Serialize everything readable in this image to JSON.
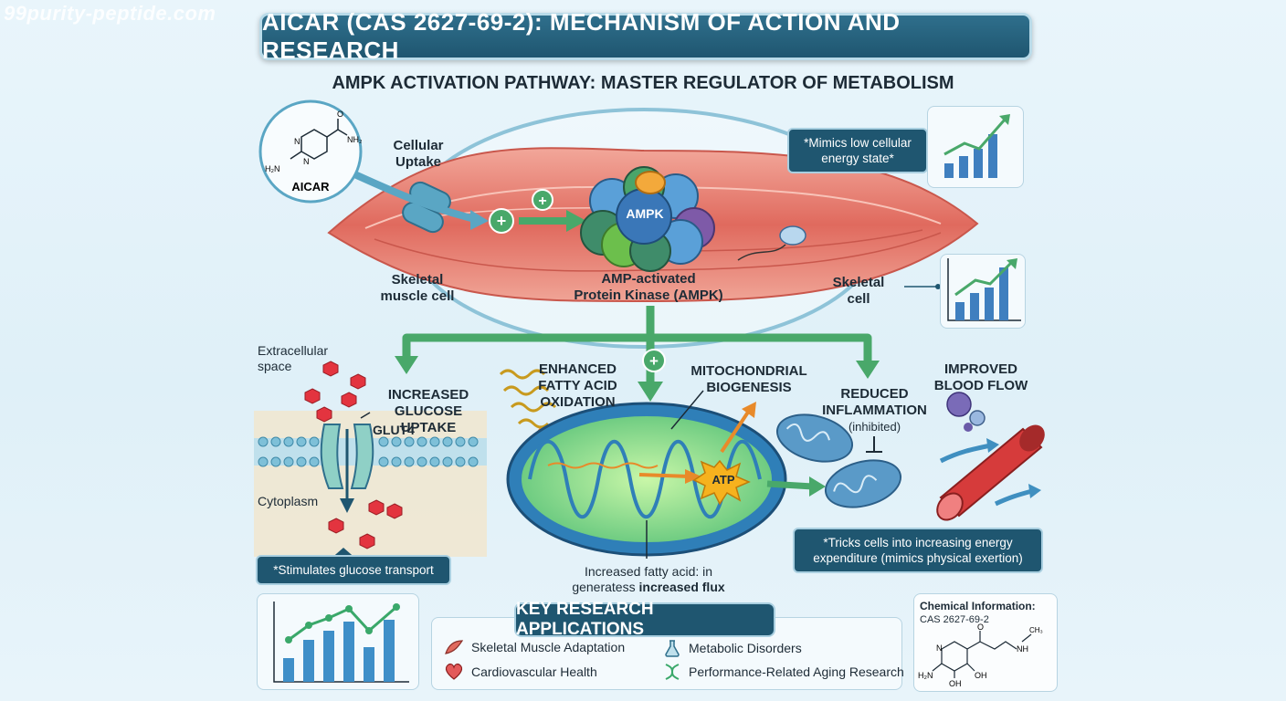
{
  "watermark": "99purity-peptide.com",
  "title": "AICAR (CAS 2627-69-2): MECHANISM OF ACTION AND RESEARCH",
  "subtitle": "AMPK ACTIVATION PATHWAY: MASTER REGULATOR OF METABOLISM",
  "aicar": {
    "label": "AICAR",
    "group_nh2_right": "NH₂",
    "group_nh2_left": "H₂N",
    "n1": "N",
    "n2": "N",
    "o": "O"
  },
  "uptake": {
    "line1": "Cellular",
    "line2": "Uptake"
  },
  "ampk": {
    "core_label": "AMPK",
    "caption_line1": "AMP-activated",
    "caption_line2": "Protein Kinase (AMPK)"
  },
  "callout_mimics": {
    "line1": "*Mimics low cellular",
    "line2": "energy state*"
  },
  "skeletal_left": {
    "line1": "Skeletal",
    "line2": "muscle cell"
  },
  "skeletal_right": {
    "line1": "Skeletal",
    "line2": "cell"
  },
  "extracellular": {
    "line1": "Extracellular",
    "line2": "space"
  },
  "glucose": {
    "line1": "INCREASED",
    "line2": "GLUCOSE UPTAKE",
    "glut4": "GLUT4"
  },
  "cytoplasm": "Cytoplasm",
  "callout_glucose": "*Stimulates glucose transport",
  "fatty": {
    "line1": "ENHANCED",
    "line2": "FATTY ACID",
    "line3": "OXIDATION"
  },
  "mito": {
    "line1": "MITOCHONDRIAL",
    "line2": "BIOGENESIS",
    "atp": "ATP"
  },
  "mito_caption": {
    "line1": "Increased fatty acid: in",
    "line2a": "generatess ",
    "line2b": "increased flux"
  },
  "inflammation": {
    "line1": "REDUCED",
    "line2": "INFLAMMATION",
    "line3": "(inhibited)"
  },
  "blood": {
    "line1": "IMPROVED",
    "line2": "BLOOD FLOW"
  },
  "callout_tricks": {
    "line1": "*Tricks cells into increasing energy",
    "line2": "expenditure (mimics physical exertion)"
  },
  "apps": {
    "title": "KEY RESEARCH APPLICATIONS",
    "items": [
      {
        "label": "Skeletal Muscle Adaptation",
        "icon": "muscle-icon"
      },
      {
        "label": "Metabolic Disorders",
        "icon": "flask-icon"
      },
      {
        "label": "Cardiovascular Health",
        "icon": "heart-icon"
      },
      {
        "label": "Performance-Related Aging Research",
        "icon": "dna-icon"
      }
    ]
  },
  "chem": {
    "title": "Chemical Information:",
    "cas": "CAS 2627-69-2",
    "o": "O",
    "nh": "NH",
    "ch3": "CH₃",
    "n": "N",
    "oh1": "OH",
    "oh2": "OH",
    "h2n": "H₂N"
  },
  "colors": {
    "title_bg": "#1f5670",
    "arrow_green": "#49a86a",
    "muscle": "#e06a5e",
    "mito": "#6ecf7f",
    "atp": "#f6b21e"
  }
}
